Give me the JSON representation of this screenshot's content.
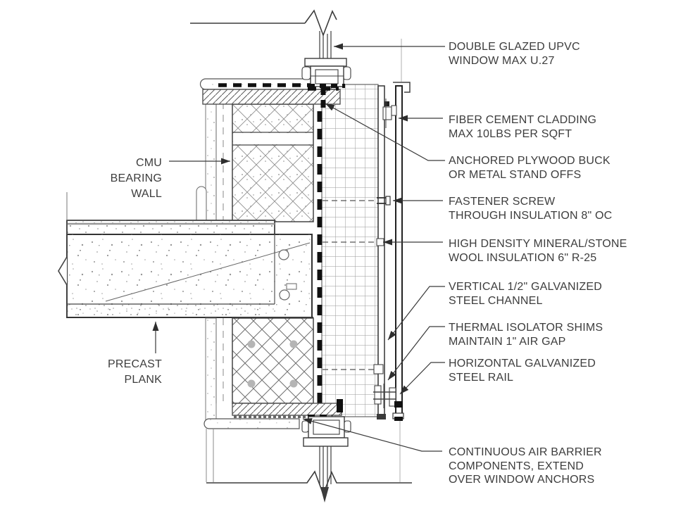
{
  "drawing": {
    "kind": "architectural wall section detail",
    "colors": {
      "background": "#ffffff",
      "line": "#3c3c3c",
      "text": "#3d3d3d",
      "air_barrier": "#101010",
      "light_line": "#aaaaaa"
    }
  },
  "labels": {
    "left": [
      {
        "id": "cmu-bearing-wall",
        "lines": [
          "CMU",
          "BEARING",
          "WALL"
        ]
      },
      {
        "id": "precast-plank",
        "lines": [
          "PRECAST",
          "PLANK"
        ]
      }
    ],
    "right": [
      {
        "id": "double-glazed-window",
        "lines": [
          "DOUBLE GLAZED UPVC",
          "WINDOW MAX U.27"
        ]
      },
      {
        "id": "fiber-cement-cladding",
        "lines": [
          "FIBER CEMENT CLADDING",
          "MAX 10LBS PER SQFT"
        ]
      },
      {
        "id": "anchored-plywood-buck",
        "lines": [
          "ANCHORED PLYWOOD BUCK",
          "OR METAL STAND OFFS"
        ]
      },
      {
        "id": "fastener-screw",
        "lines": [
          "FASTENER SCREW",
          "THROUGH INSULATION 8\" OC"
        ]
      },
      {
        "id": "mineral-wool-insulation",
        "lines": [
          "HIGH DENSITY MINERAL/STONE",
          "WOOL INSULATION 6\" R-25"
        ]
      },
      {
        "id": "vertical-steel-channel",
        "lines": [
          "VERTICAL 1/2\" GALVANIZED",
          "STEEL CHANNEL"
        ]
      },
      {
        "id": "thermal-isolator-shims",
        "lines": [
          "THERMAL ISOLATOR SHIMS",
          "MAINTAIN 1\" AIR GAP"
        ]
      },
      {
        "id": "horizontal-steel-rail",
        "lines": [
          "HORIZONTAL GALVANIZED",
          "STEEL RAIL"
        ]
      },
      {
        "id": "continuous-air-barrier",
        "lines": [
          "CONTINUOUS AIR BARRIER",
          "COMPONENTS, EXTEND",
          "OVER WINDOW ANCHORS"
        ]
      }
    ]
  }
}
